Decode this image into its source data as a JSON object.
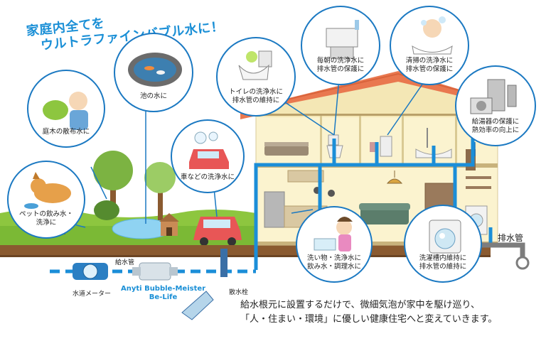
{
  "heading": {
    "line1": "家庭内全てを",
    "line2": "ウルトラファインバブル水に！"
  },
  "callouts": {
    "garden": "庭木の散布水に",
    "pond": "池の水に",
    "toilet": "トイレの洗浄水に\n排水管の維持に",
    "morning": "毎朝の洗浄水に\n排水管の保護に",
    "cleaning": "清掃の洗浄水に\n排水管の保護に",
    "heater": "給湯器の保護に\n熱効率の向上に",
    "car": "車などの洗浄水に",
    "pet": "ペットの飲み水・\n洗浄に",
    "kitchen": "洗い物・洗浄水に\n飲み水・調理水に",
    "laundry": "洗濯槽内維持に\n排水管の維持に"
  },
  "labels": {
    "water_meter": "水道メーター",
    "supply_pipe": "給水管",
    "sprinkler": "散水栓",
    "drain_pipe": "排水管"
  },
  "product": {
    "name": "Anyti Bubble-Meister\nBe-Life"
  },
  "tagline": "給水根元に設置するだけで、微細気泡が家中を駆け巡り、\n「人・住まい・環境」に優しい健康住宅へと変えていきます。",
  "colors": {
    "pipe": "#1b8ed8",
    "roof": "#e9784f",
    "house_wall": "#f7f0c8",
    "ground": "#8a5a30",
    "grass": "#8dc63f",
    "bubble_border": "#1b79c2"
  }
}
